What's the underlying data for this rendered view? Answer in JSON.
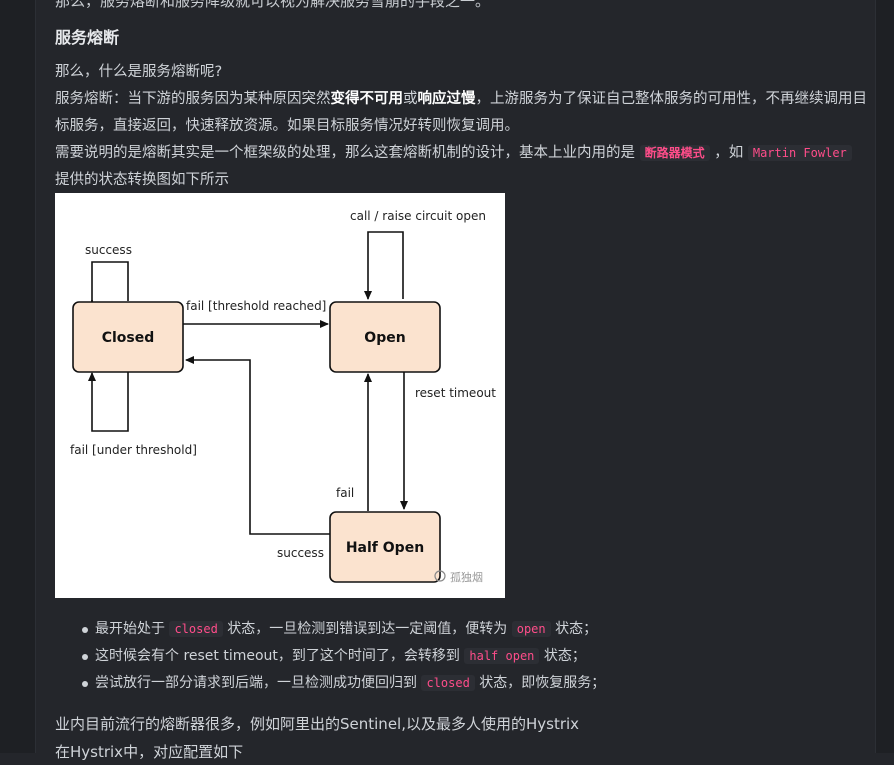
{
  "article": {
    "top_line": "那么，服务熔断和服务降级就可以视为解决服务雪崩的手段之一。",
    "section_title": "服务熔断",
    "question": "那么，什么是服务熔断呢?",
    "def_prefix": "服务熔断：当下游的服务因为某种原因突然",
    "def_bold1": "变得不可用",
    "def_or": "或",
    "def_bold2": "响应过慢",
    "def_rest": "，上游服务为了保证自己整体服务的可用性，不再继续调用目标服务，直接返回，快速释放资源。如果目标服务情况好转则恢复调用。",
    "note_prefix": "需要说明的是熔断其实是一个框架级的处理，那么这套熔断机制的设计，基本上业内用的是",
    "note_pattern": "断路器模式",
    "note_mid": "，如",
    "note_author": "Martin Fowler",
    "note_end": "提供的状态转换图如下所示"
  },
  "diagram": {
    "states": {
      "closed": "Closed",
      "open": "Open",
      "half_open": "Half Open"
    },
    "labels": {
      "success_top": "success",
      "call_raise": "call / raise circuit open",
      "fail_threshold": "fail [threshold reached]",
      "reset_timeout": "reset timeout",
      "fail_under": "fail [under threshold]",
      "fail": "fail",
      "success_bottom": "success"
    },
    "watermark": "孤独烟"
  },
  "bullets": {
    "b1_pre": "最开始处于",
    "b1_code": "closed",
    "b1_mid": "状态，一旦检测到错误到达一定阈值，便转为",
    "b1_code2": "open",
    "b1_end": "状态；",
    "b2_pre": "这时候会有个 reset timeout，到了这个时间了，会转移到",
    "b2_code": "half open",
    "b2_end": "状态；",
    "b3_pre": "尝试放行一部分请求到后端，一旦检测成功便回归到",
    "b3_code": "closed",
    "b3_end": "状态，即恢复服务；"
  },
  "bottom": {
    "line1": "业内目前流行的熔断器很多，例如阿里出的Sentinel,以及最多人使用的Hystrix",
    "line2": "在Hystrix中，对应配置如下"
  }
}
